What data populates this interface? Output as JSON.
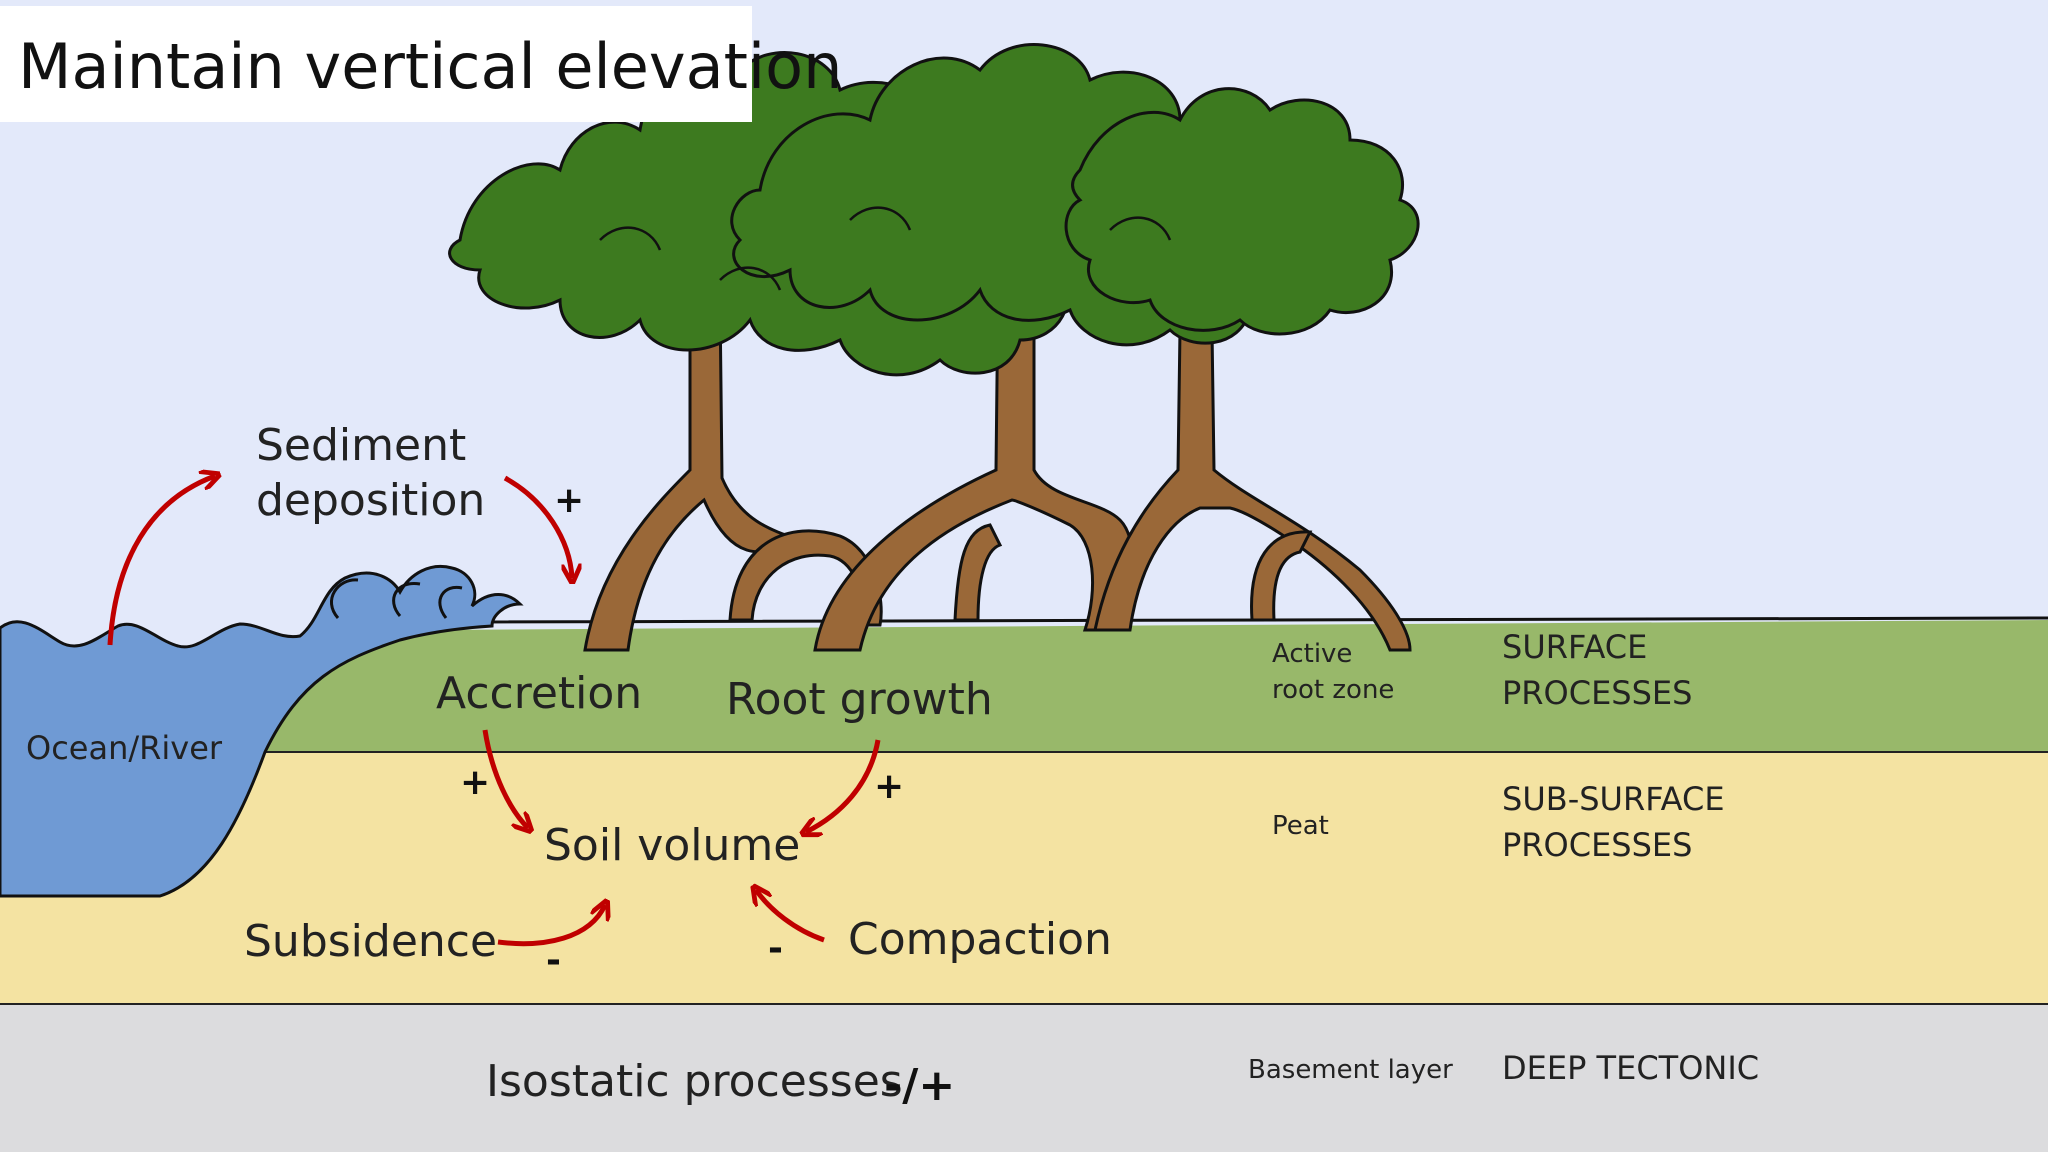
{
  "title": "Maintain vertical elevation",
  "labels": {
    "sediment": "Sediment\ndeposition",
    "accretion": "Accretion",
    "root_growth": "Root growth",
    "soil_volume": "Soil volume",
    "subsidence": "Subsidence",
    "compaction": "Compaction",
    "isostatic": "Isostatic processes",
    "isostatic_sign": "-/+",
    "ocean": "Ocean/River"
  },
  "signs": {
    "sediment": "+",
    "accretion": "+",
    "root_growth": "+",
    "subsidence": "-",
    "compaction": "-"
  },
  "layers": {
    "active_root_zone": "Active\nroot zone",
    "peat": "Peat",
    "basement": "Basement layer"
  },
  "processes": {
    "surface": "SURFACE\nPROCESSES",
    "subsurface": "SUB-SURFACE\nPROCESSES",
    "deep": "DEEP TECTONIC"
  },
  "colors": {
    "sky": "#e3e9fa",
    "surface_layer": "#98b86a",
    "peat_layer": "#f4e3a2",
    "basement_layer": "#dcdcde",
    "water": "#6f9ad4",
    "trunk": "#9a6838",
    "canopy": "#3d7a1f",
    "arrow": "#c00000"
  }
}
